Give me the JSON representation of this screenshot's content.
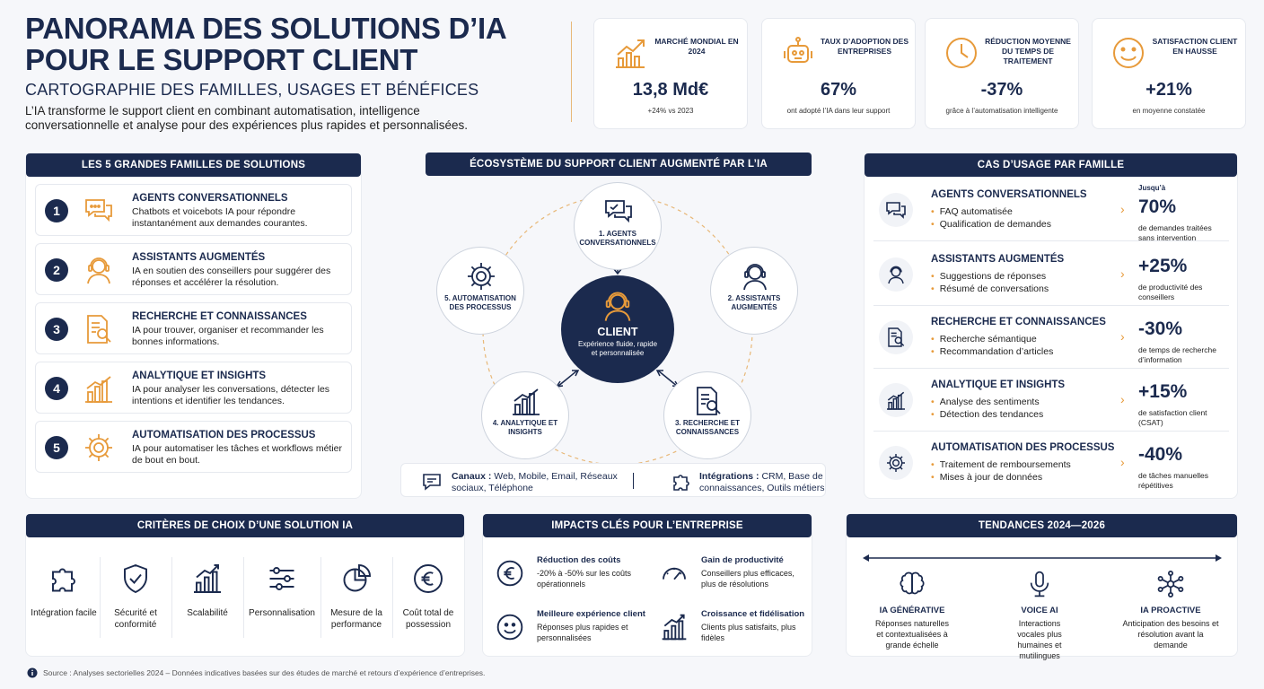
{
  "header": {
    "title_line1": "PANORAMA DES SOLUTIONS D’IA",
    "title_line2": "POUR LE SUPPORT CLIENT",
    "subtitle": "CARTOGRAPHIE DES FAMILLES, USAGES ET BÉNÉFICES",
    "intro": "L’IA transforme le support client en combinant automatisation, intelligence conversationnelle et analyse pour des expériences plus rapides et personnalisées."
  },
  "kpis": [
    {
      "label": "MARCHÉ MONDIAL EN 2024",
      "value": "13,8 Md€",
      "note": "+24% vs 2023",
      "icon": "trend-up-icon"
    },
    {
      "label": "TAUX D’ADOPTION DES ENTREPRISES",
      "value": "67%",
      "note": "ont adopté l’IA dans leur support",
      "icon": "robot-icon"
    },
    {
      "label": "RÉDUCTION MOYENNE DU TEMPS DE TRAITEMENT",
      "value": "-37%",
      "note": "grâce à l’automatisation intelligente",
      "icon": "clock-icon"
    },
    {
      "label": "SATISFACTION CLIENT EN HAUSSE",
      "value": "+21%",
      "note": "en moyenne constatée",
      "icon": "smile-icon"
    }
  ],
  "families": {
    "heading": "LES 5 GRANDES FAMILLES DE SOLUTIONS",
    "items": [
      {
        "num": "1",
        "title": "AGENTS CONVERSATIONNELS",
        "desc": "Chatbots et voicebots IA pour répondre instantanément aux demandes courantes.",
        "icon": "chat-icon"
      },
      {
        "num": "2",
        "title": "ASSISTANTS AUGMENTÉS",
        "desc": "IA en soutien des conseillers pour suggérer des réponses et accélérer la résolution.",
        "icon": "headset-agent-icon"
      },
      {
        "num": "3",
        "title": "RECHERCHE ET CONNAISSANCES",
        "desc": "IA pour trouver, organiser et recommander les bonnes informations.",
        "icon": "document-search-icon"
      },
      {
        "num": "4",
        "title": "ANALYTIQUE ET INSIGHTS",
        "desc": "IA pour analyser les conversations, détecter les intentions et identifier les tendances.",
        "icon": "bar-chart-icon"
      },
      {
        "num": "5",
        "title": "AUTOMATISATION DES PROCESSUS",
        "desc": "IA pour automatiser les tâches et workflows métier de bout en bout.",
        "icon": "gear-icon"
      }
    ]
  },
  "ecosystem": {
    "heading": "ÉCOSYSTÈME DU SUPPORT CLIENT AUGMENTÉ PAR L’IA",
    "center_title": "CLIENT",
    "center_desc": "Expérience fluide, rapide et personnalisée",
    "nodes": [
      {
        "label": "1. AGENTS CONVERSATIONNELS"
      },
      {
        "label": "2. ASSISTANTS AUGMENTÉS"
      },
      {
        "label": "3. RECHERCHE ET CONNAISSANCES"
      },
      {
        "label": "4. ANALYTIQUE ET INSIGHTS"
      },
      {
        "label": "5. AUTOMATISATION DES PROCESSUS"
      }
    ],
    "channels_label": "Canaux :",
    "channels_text": "Web, Mobile, Email, Réseaux sociaux, Téléphone",
    "integrations_label": "Intégrations :",
    "integrations_text": "CRM, Base de connaissances, Outils métiers"
  },
  "use_cases": {
    "heading": "CAS D’USAGE PAR FAMILLE",
    "items": [
      {
        "title": "AGENTS CONVERSATIONNELS",
        "bullets": [
          "FAQ automatisée",
          "Qualification de demandes"
        ],
        "pre": "Jusqu’à",
        "value": "70%",
        "desc": "de demandes traitées sans intervention"
      },
      {
        "title": "ASSISTANTS AUGMENTÉS",
        "bullets": [
          "Suggestions de réponses",
          "Résumé de conversations"
        ],
        "pre": "",
        "value": "+25%",
        "desc": "de productivité des conseillers"
      },
      {
        "title": "RECHERCHE ET CONNAISSANCES",
        "bullets": [
          "Recherche sémantique",
          "Recommandation d’articles"
        ],
        "pre": "",
        "value": "-30%",
        "desc": "de temps de recherche d’information"
      },
      {
        "title": "ANALYTIQUE ET INSIGHTS",
        "bullets": [
          "Analyse des sentiments",
          "Détection des tendances"
        ],
        "pre": "",
        "value": "+15%",
        "desc": "de satisfaction client (CSAT)"
      },
      {
        "title": "AUTOMATISATION DES PROCESSUS",
        "bullets": [
          "Traitement de remboursements",
          "Mises à jour de données"
        ],
        "pre": "",
        "value": "-40%",
        "desc": "de tâches manuelles répétitives"
      }
    ]
  },
  "criteria": {
    "heading": "CRITÈRES DE CHOIX D’UNE SOLUTION IA",
    "items": [
      {
        "label": "Intégration facile",
        "icon": "puzzle-icon"
      },
      {
        "label": "Sécurité et conformité",
        "icon": "shield-check-icon"
      },
      {
        "label": "Scalabilité",
        "icon": "bar-growth-icon"
      },
      {
        "label": "Personnalisation",
        "icon": "sliders-icon"
      },
      {
        "label": "Mesure de la performance",
        "icon": "pie-chart-icon"
      },
      {
        "label": "Coût total de possession",
        "icon": "euro-icon"
      }
    ]
  },
  "impacts": {
    "heading": "IMPACTS CLÉS POUR L’ENTREPRISE",
    "items": [
      {
        "title": "Réduction des coûts",
        "desc": "-20% à -50% sur les coûts opérationnels",
        "icon": "euro-icon"
      },
      {
        "title": "Gain de productivité",
        "desc": "Conseillers plus efficaces, plus de résolutions",
        "icon": "gauge-icon"
      },
      {
        "title": "Meilleure expérience client",
        "desc": "Réponses plus rapides et personnalisées",
        "icon": "smile-icon"
      },
      {
        "title": "Croissance et fidélisation",
        "desc": "Clients plus satisfaits, plus fidèles",
        "icon": "growth-chart-icon"
      }
    ]
  },
  "trends": {
    "heading": "TENDANCES 2024—2026",
    "items": [
      {
        "title": "IA GÉNÉRATIVE",
        "desc": "Réponses naturelles et contextualisées à grande échelle",
        "icon": "brain-icon"
      },
      {
        "title": "VOICE AI",
        "desc": "Interactions vocales plus humaines et mutilingues",
        "icon": "microphone-icon"
      },
      {
        "title": "IA PROACTIVE",
        "desc": "Anticipation des besoins et résolution avant la demande",
        "icon": "network-icon"
      }
    ]
  },
  "footer": {
    "text": "Source : Analyses sectorielles 2024 – Données indicatives basées sur des études de marché et retours d’expérience d’entreprises."
  },
  "colors": {
    "navy": "#1b2a4e",
    "accent": "#e79a3a",
    "background": "#f6f7fa"
  }
}
